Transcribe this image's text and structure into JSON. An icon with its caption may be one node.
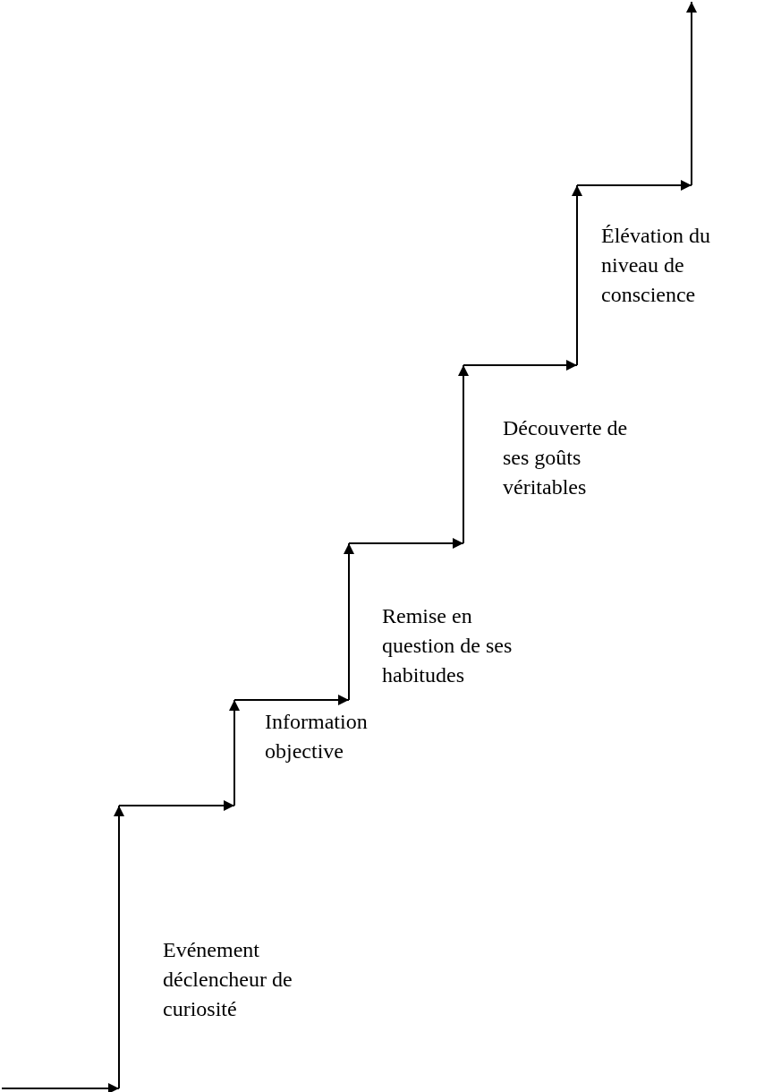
{
  "diagram": {
    "labels": [
      "Evénement déclencheur de curiosité",
      "Information objective",
      "Remise en question de ses habitudes",
      "Découverte de ses goûts véritables",
      "Élévation du niveau de conscience"
    ]
  }
}
